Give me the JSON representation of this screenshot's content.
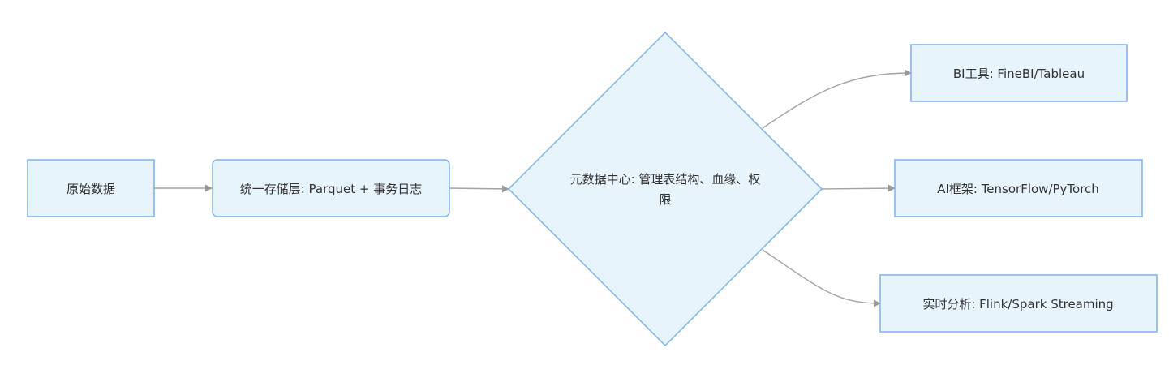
{
  "nodes": {
    "raw": {
      "label": "原始数据"
    },
    "storage": {
      "label": "统一存储层: Parquet + 事务日志"
    },
    "meta": {
      "label_line1": "元数据中心: 管理表结构、血缘、权",
      "label_line2": "限"
    },
    "bi": {
      "label": "BI工具: FineBI/Tableau"
    },
    "ai": {
      "label": "AI框架: TensorFlow/PyTorch"
    },
    "rt": {
      "label": "实时分析: Flink/Spark Streaming"
    }
  },
  "edges": [
    {
      "from": "raw",
      "to": "storage"
    },
    {
      "from": "storage",
      "to": "meta"
    },
    {
      "from": "meta",
      "to": "bi"
    },
    {
      "from": "meta",
      "to": "ai"
    },
    {
      "from": "meta",
      "to": "rt"
    }
  ],
  "colors": {
    "node_fill": "#e8f4fc",
    "node_stroke": "#7fb2ea",
    "edge": "#a3a3a3",
    "text": "#333333"
  }
}
